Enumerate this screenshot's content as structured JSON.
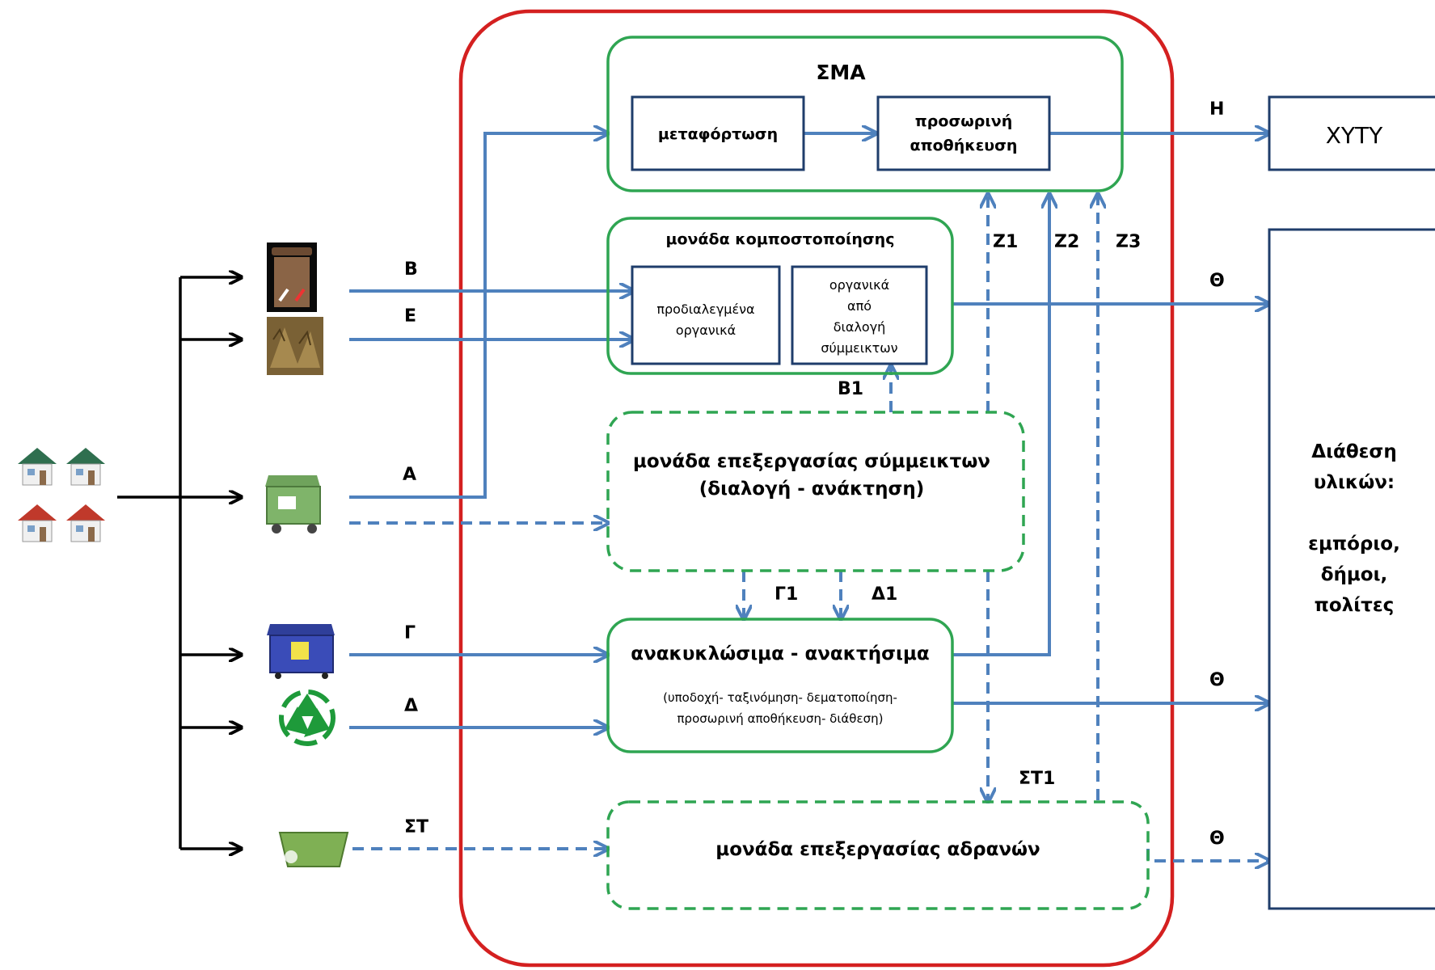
{
  "source": {
    "icon": "houses-icon"
  },
  "bins": [
    {
      "icon": "brown-bin-icon",
      "label": "Β"
    },
    {
      "icon": "garden-waste-icon",
      "label": "Ε"
    },
    {
      "icon": "green-bin-icon",
      "label": "Α"
    },
    {
      "icon": "blue-bin-icon",
      "label": "Γ"
    },
    {
      "icon": "recycle-icon",
      "label": "Δ"
    },
    {
      "icon": "skip-container-icon",
      "label": "ΣΤ"
    }
  ],
  "sma": {
    "title": "ΣΜΑ",
    "transfer": "μεταφόρτωση",
    "storage_line1": "προσωρινή",
    "storage_line2": "αποθήκευση"
  },
  "compost": {
    "title": "μονάδα κομποστοποίησης",
    "presorted_line1": "προδιαλεγμένα",
    "presorted_line2": "οργανικά",
    "mixed_line1": "οργανικά",
    "mixed_line2": "από",
    "mixed_line3": "διαλογή",
    "mixed_line4": "σύμμεικτων"
  },
  "mixed_unit": {
    "line1": "μονάδα επεξεργασίας σύμμεικτων",
    "line2": "(διαλογή - ανάκτηση)"
  },
  "recyclables": {
    "title": "ανακυκλώσιμα - ανακτήσιμα",
    "sub1": "(υποδοχή- ταξινόμηση- δεματοποίηση-",
    "sub2": "προσωρινή αποθήκευση- διάθεση)"
  },
  "inert_unit": {
    "title": "μονάδα επεξεργασίας αδρανών"
  },
  "landfill": {
    "title": "ΧΥΤΥ"
  },
  "disposal": {
    "line1": "Διάθεση",
    "line2": "υλικών:",
    "line3": "εμπόριο,",
    "line4": "δήμοι,",
    "line5": "πολίτες"
  },
  "flow_labels": {
    "H": "Η",
    "theta": "Θ",
    "Z1": "Ζ1",
    "Z2": "Ζ2",
    "Z3": "Ζ3",
    "B1": "Β1",
    "G1": "Γ1",
    "D1": "Δ1",
    "ST1": "ΣΤ1"
  },
  "colors": {
    "facility_border": "#d42020",
    "unit_border": "#2fa552",
    "flow_arrow": "#4f81bd",
    "black_arrow": "#000000"
  }
}
